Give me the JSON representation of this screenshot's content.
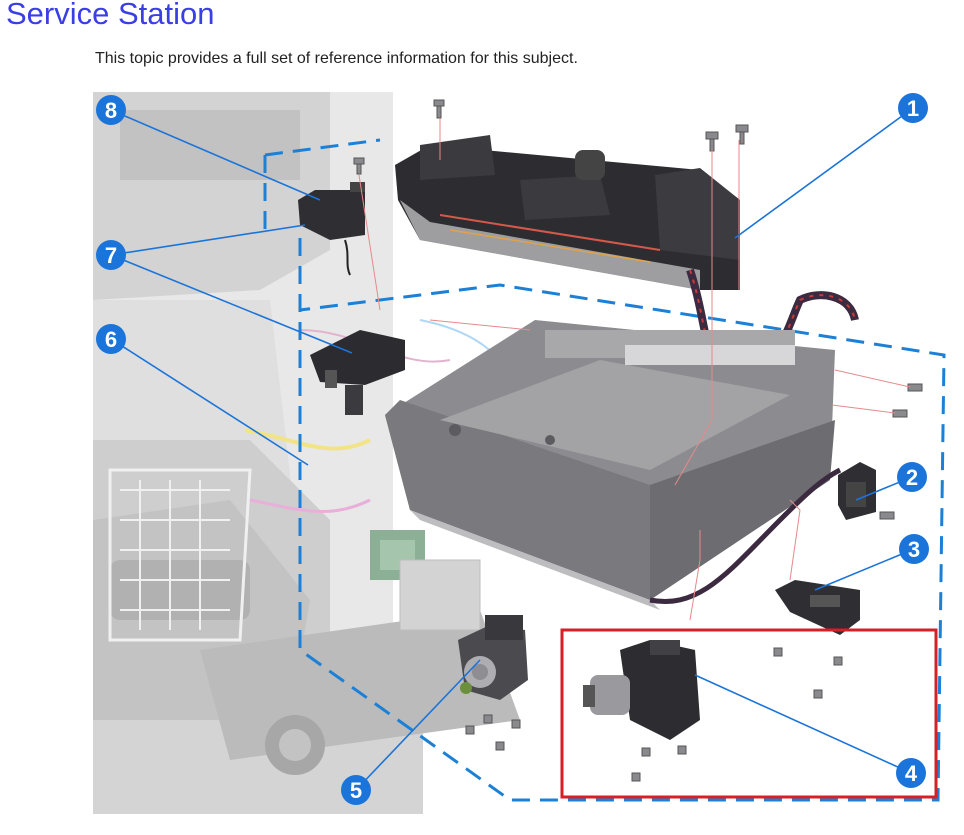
{
  "page": {
    "title": "Service Station",
    "intro": "This topic provides a full set of reference information for this subject."
  },
  "figure": {
    "callouts": [
      "1",
      "2",
      "3",
      "4",
      "5",
      "6",
      "7",
      "8"
    ],
    "colors": {
      "callout_fill": "#1b74d9",
      "callout_text": "#ffffff",
      "leader_line": "#1b74d9",
      "dashed_boundary": "#1b80d6",
      "highlight_box": "#d61f26",
      "part_dark": "#2d2d31",
      "part_tray": "#8c8c90",
      "ghost_frame": "#d4d4d4"
    }
  }
}
